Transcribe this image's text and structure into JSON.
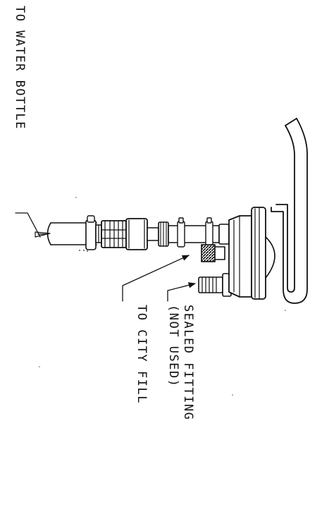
{
  "labels": {
    "water_bottle": "TO WATER BOTTLE",
    "sealed_fitting_line1": "SEALED FITTING",
    "sealed_fitting_line2": "(NOT USED)",
    "city_fill": "TO CITY FILL"
  },
  "colors": {
    "ink": "#111111",
    "paper": "#ffffff",
    "hatch": "#333333"
  }
}
